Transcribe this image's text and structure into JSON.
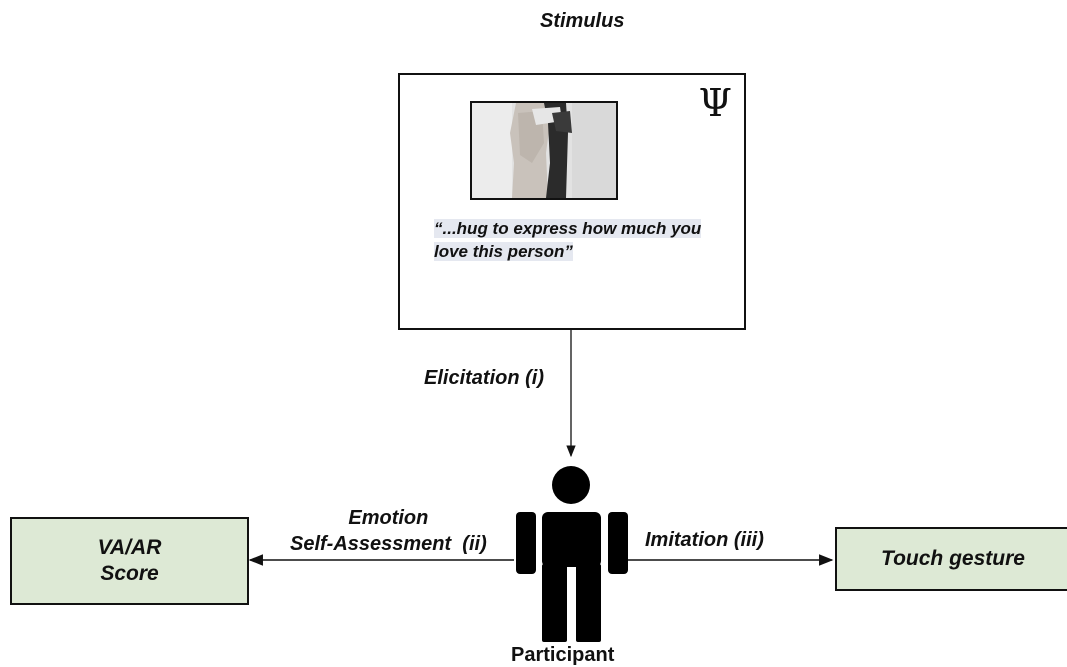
{
  "diagram": {
    "stimulus": {
      "title": "Stimulus",
      "symbol": "Ψ",
      "quote": "“...hug to express how much you love this person”",
      "photo": "hug-photo"
    },
    "arrows": {
      "elicitation": "Elicitation (i)",
      "self_assessment_line1": "Emotion",
      "self_assessment_line2": "Self-Assessment  (ii)",
      "imitation": "Imitation (iii)"
    },
    "participant": {
      "label": "Participant",
      "icon": "person-icon"
    },
    "outputs": {
      "score": "VA/AR\nScore",
      "score_line1": "VA/AR",
      "score_line2": "Score",
      "touch": "Touch gesture"
    },
    "colors": {
      "output_box_fill": "#dde9d5",
      "quote_highlight": "#e5e8f0",
      "stroke": "#111111"
    }
  }
}
